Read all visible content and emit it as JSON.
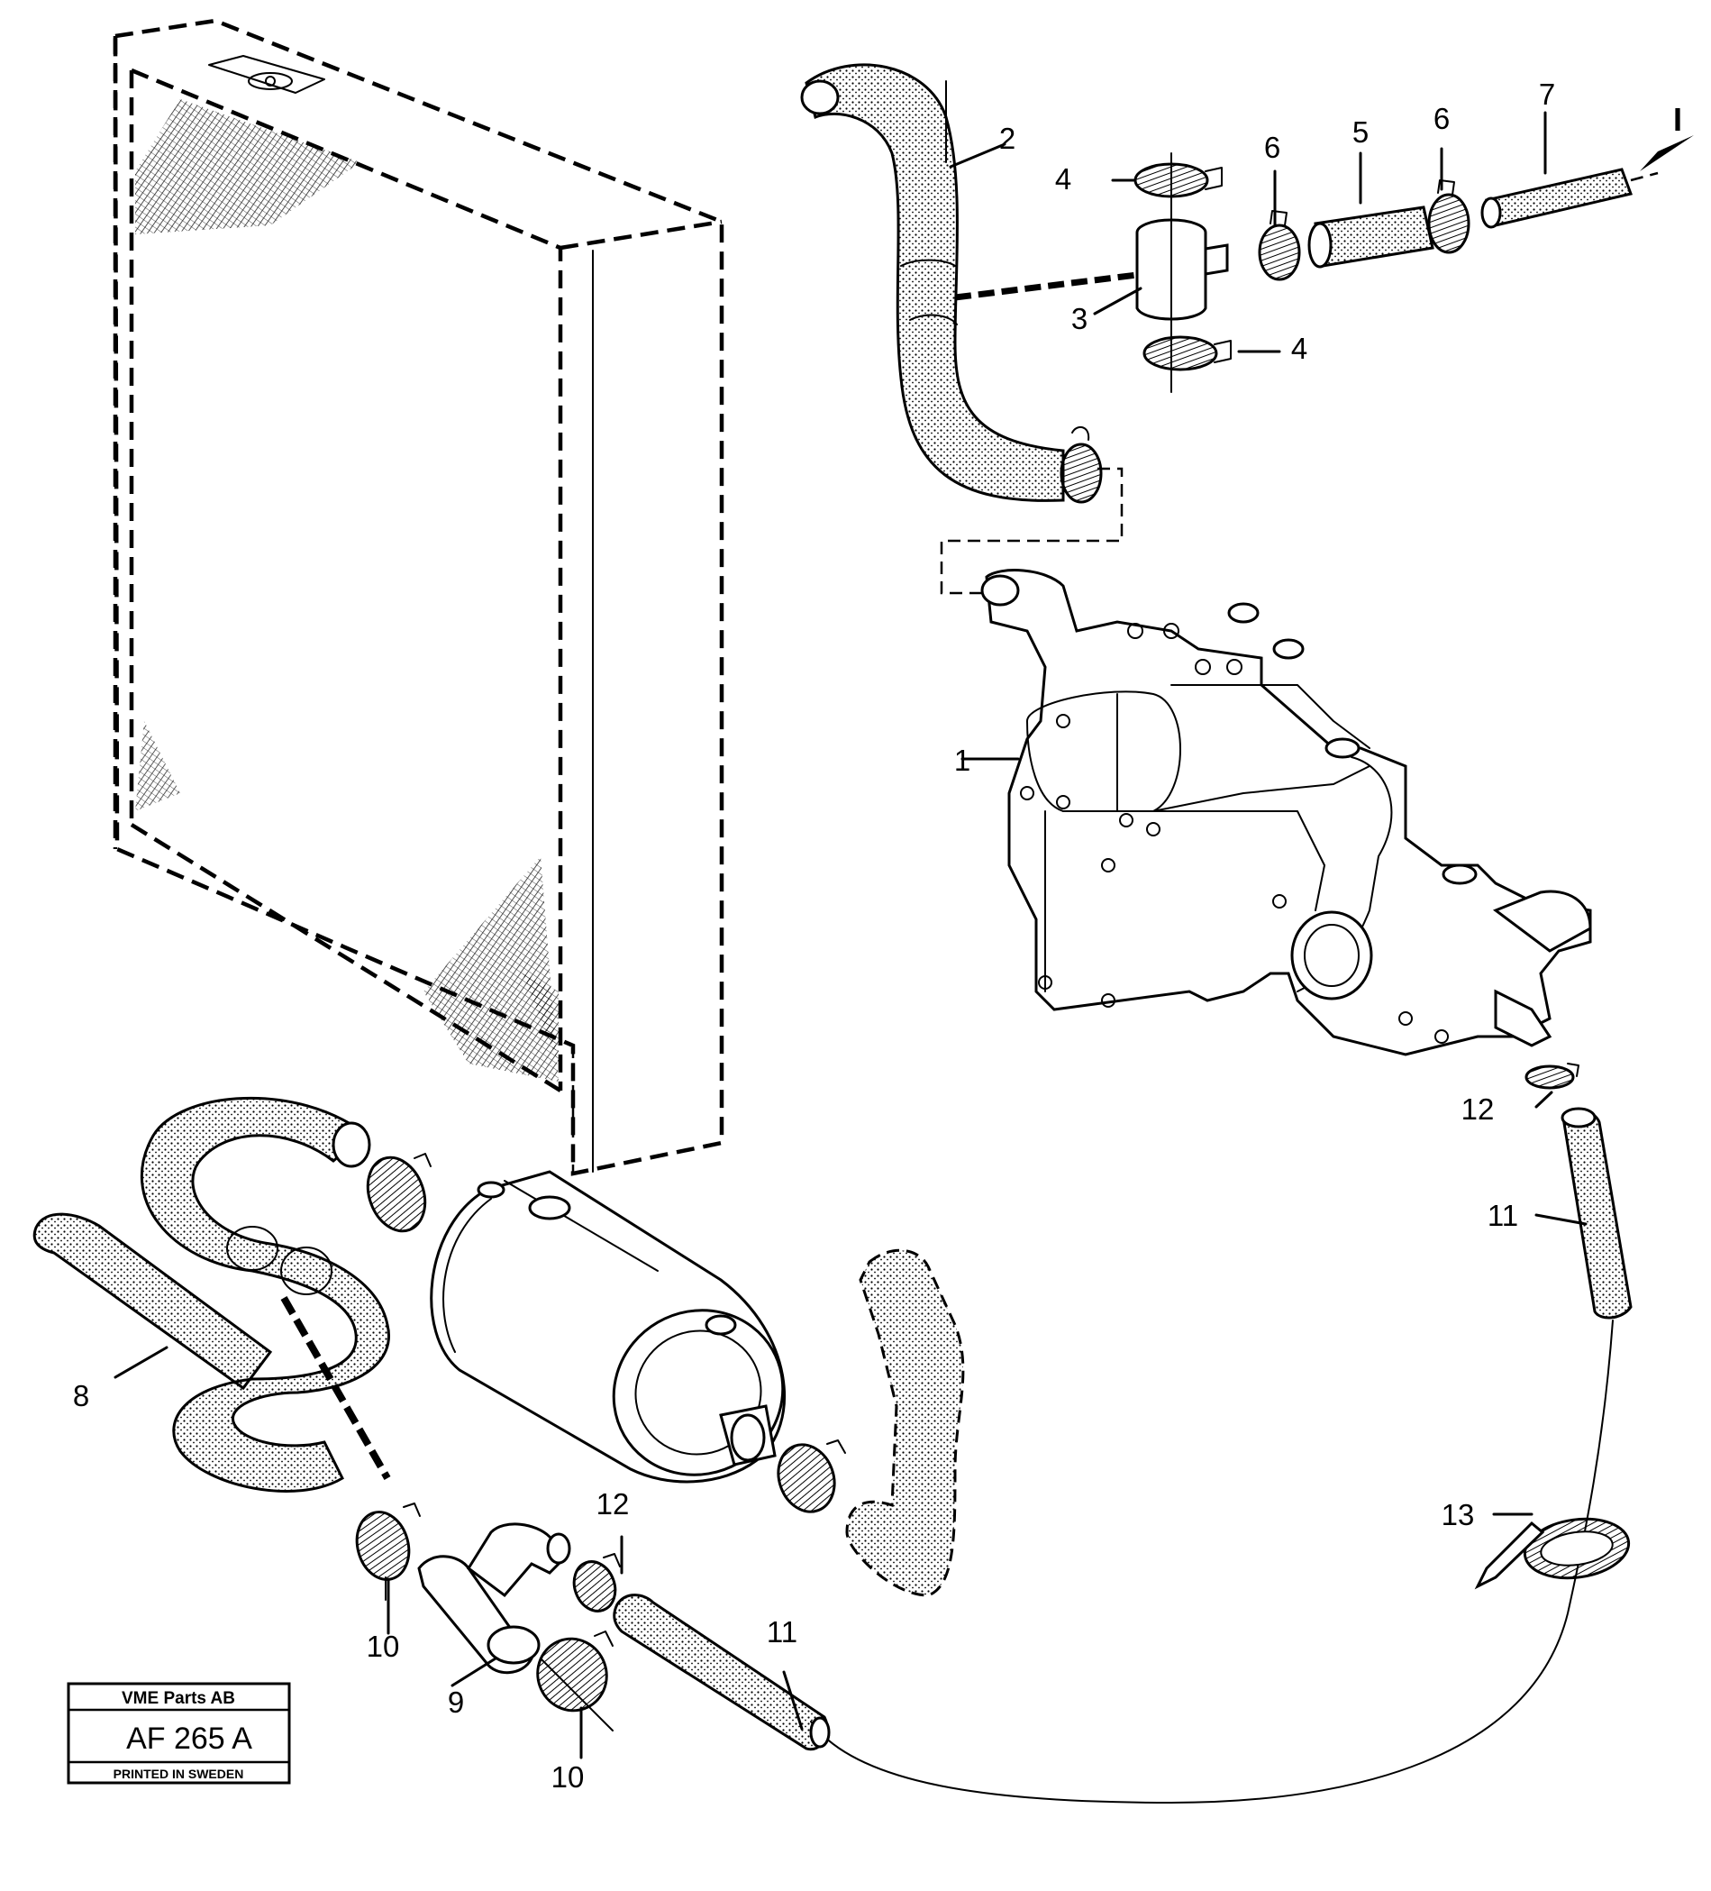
{
  "callouts": {
    "c1": "1",
    "c2": "2",
    "c3": "3",
    "c4a": "4",
    "c4b": "4",
    "c5": "5",
    "c6a": "6",
    "c6b": "6",
    "c7": "7",
    "c8": "8",
    "c9": "9",
    "c10a": "10",
    "c10b": "10",
    "c11a": "11",
    "c11b": "11",
    "c12a": "12",
    "c12b": "12",
    "c13": "13",
    "flow_marker": "I"
  },
  "stamp": {
    "company": "VME Parts AB",
    "code": "AF 265 A",
    "printed": "PRINTED IN SWEDEN"
  }
}
